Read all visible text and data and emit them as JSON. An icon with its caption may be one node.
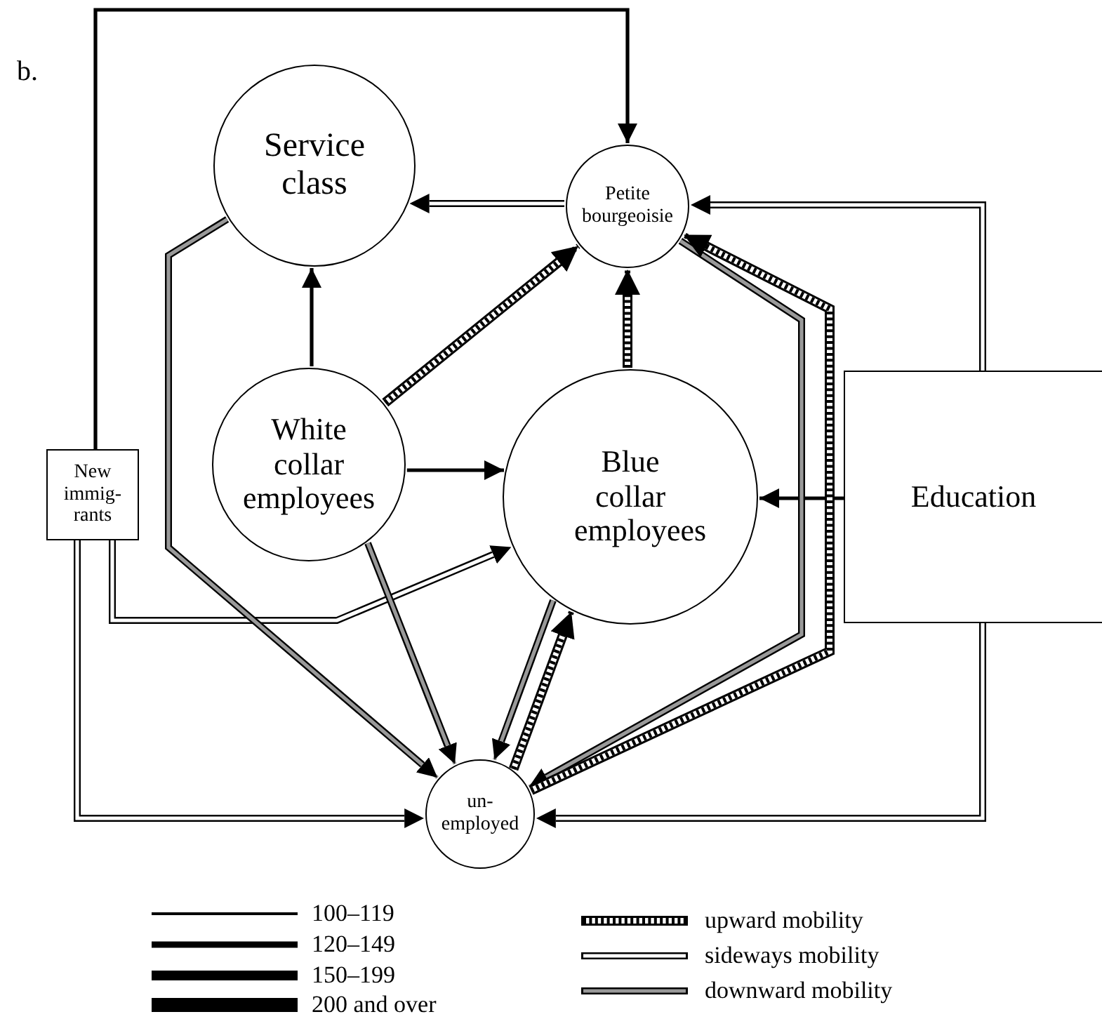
{
  "diagram": {
    "nodes": [
      {
        "text": [
          "Service class"
        ]
      },
      {
        "text": [
          "Petite bourgeoisie"
        ]
      },
      {
        "text": [
          "White collar employees"
        ]
      },
      {
        "text": [
          "Blue collar employees"
        ]
      },
      {
        "text": [
          "New immig-rants"
        ]
      },
      {
        "text": [
          "Education"
        ]
      },
      {
        "text": [
          "un-employed"
        ]
      }
    ],
    "edges": [
      {
        "from": 4,
        "to": 1,
        "arrow": "to"
      },
      {
        "from": 1,
        "to": 0,
        "arrow": "to",
        "color": "#ffffff"
      },
      {
        "from": 5,
        "to": 1,
        "arrow": "to",
        "color": "#ffffff"
      },
      {
        "from": 2,
        "to": 0,
        "arrow": "to"
      },
      {
        "from": 2,
        "to": 1,
        "arrow": "to",
        "style": "dashed"
      },
      {
        "from": 2,
        "to": 3,
        "arrow": "to"
      },
      {
        "from": 3,
        "to": 1,
        "arrow": "to",
        "style": "dashed"
      },
      {
        "from": 5,
        "to": 3,
        "arrow": "to"
      },
      {
        "from": 4,
        "to": 3,
        "arrow": "to",
        "color": "#ffffff"
      },
      {
        "from": 0,
        "to": 6,
        "arrow": "to",
        "color": "#999999"
      },
      {
        "from": 2,
        "to": 6,
        "arrow": "to",
        "color": "#999999"
      },
      {
        "from": 3,
        "to": 6,
        "arrow": "to",
        "color": "#999999"
      },
      {
        "from": 6,
        "to": 3,
        "arrow": "to",
        "style": "dashed"
      },
      {
        "from": 1,
        "to": 6,
        "arrow": "to",
        "color": "#999999"
      },
      {
        "from": 6,
        "to": 1,
        "arrow": "to",
        "style": "dashed"
      },
      {
        "from": 4,
        "to": 6,
        "arrow": "to",
        "color": "#ffffff"
      },
      {
        "from": 5,
        "to": 6,
        "arrow": "to",
        "color": "#ffffff"
      }
    ],
    "labels": [
      "b."
    ],
    "legend": [
      {
        "text": "100–119"
      },
      {
        "text": "120–149"
      },
      {
        "text": "150–199"
      },
      {
        "text": "200 and over"
      },
      {
        "text": "upward mobility"
      },
      {
        "text": "sideways mobility"
      },
      {
        "text": "downward mobility"
      }
    ]
  }
}
